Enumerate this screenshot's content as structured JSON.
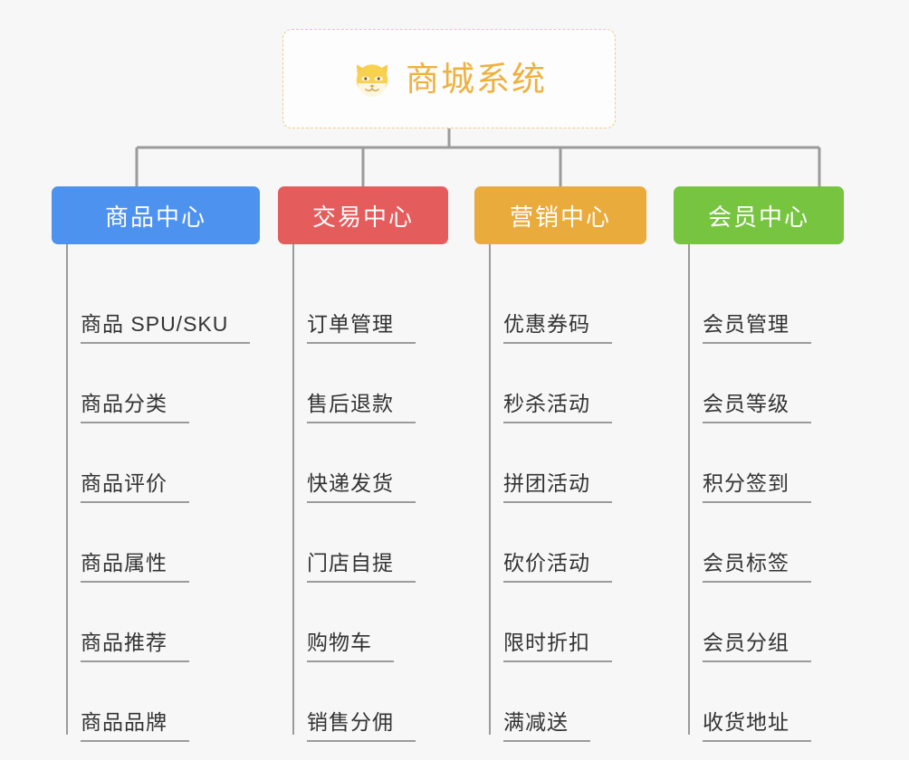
{
  "root": {
    "title": "商城系统",
    "icon": "shiba-dog-icon",
    "border_color": "#f0cb87",
    "text_color": "#eeb13e"
  },
  "canvas": {
    "background": "#f7f7f7",
    "line_color": "#9b9b9b"
  },
  "branches": [
    {
      "label": "商品中心",
      "color": "#4e92ef",
      "items": [
        "商品 SPU/SKU",
        "商品分类",
        "商品评价",
        "商品属性",
        "商品推荐",
        "商品品牌"
      ]
    },
    {
      "label": "交易中心",
      "color": "#e55c5c",
      "items": [
        "订单管理",
        "售后退款",
        "快递发货",
        "门店自提",
        "购物车",
        "销售分佣"
      ]
    },
    {
      "label": "营销中心",
      "color": "#e8ab3c",
      "items": [
        "优惠券码",
        "秒杀活动",
        "拼团活动",
        "砍价活动",
        "限时折扣",
        "满减送"
      ]
    },
    {
      "label": "会员中心",
      "color": "#76c440",
      "items": [
        "会员管理",
        "会员等级",
        "积分签到",
        "会员标签",
        "会员分组",
        "收货地址"
      ]
    }
  ]
}
